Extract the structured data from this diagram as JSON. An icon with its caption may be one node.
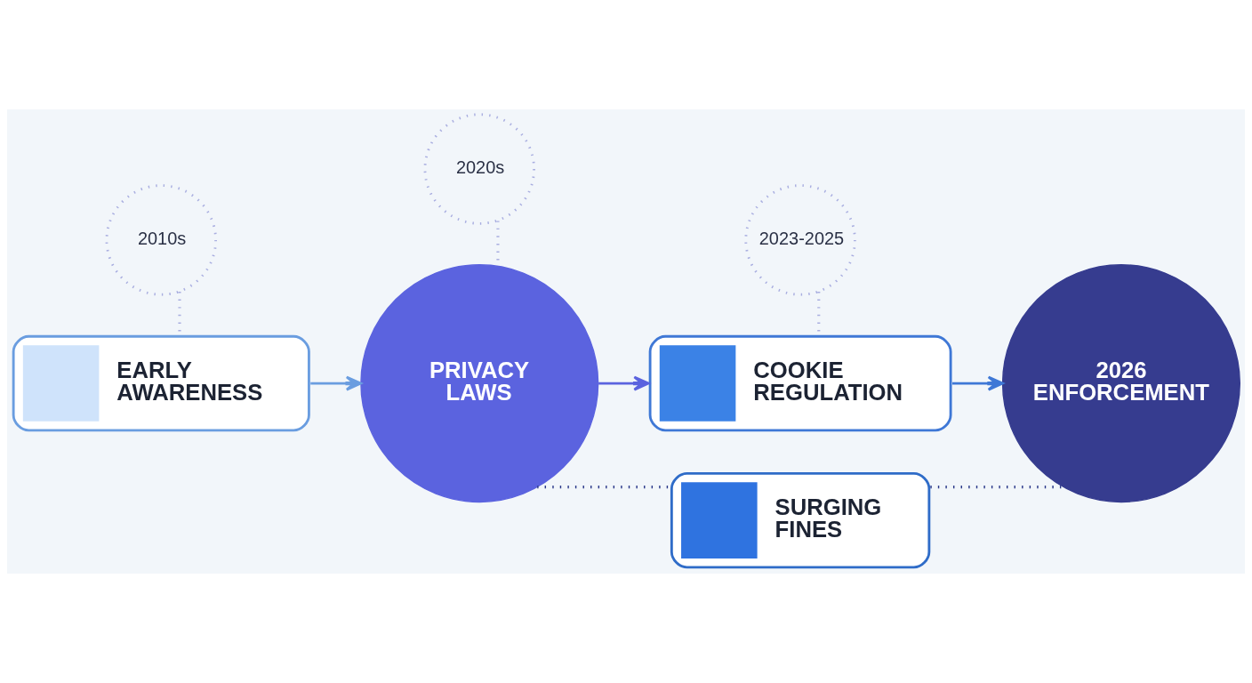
{
  "diagram": {
    "nodes": [
      {
        "text": [
          "2010s"
        ]
      },
      {
        "text": [
          "EARLY AWARENESS"
        ]
      },
      {
        "text": [
          "2020s"
        ]
      },
      {
        "text": [
          "PRIVACY LAWS"
        ]
      },
      {
        "text": [
          "2023-2025"
        ]
      },
      {
        "text": [
          "COOKIE REGULATION"
        ]
      },
      {
        "text": [
          "2026 ENFORCEMENT"
        ]
      },
      {
        "text": [
          "SURGING FINES"
        ]
      }
    ],
    "edges": [
      {
        "from": 0,
        "to": 1,
        "arrow": "none",
        "style": "dashed",
        "color": "#a9aee0"
      },
      {
        "from": 2,
        "to": 3,
        "arrow": "none",
        "style": "dashed",
        "color": "#a9aee0"
      },
      {
        "from": 4,
        "to": 5,
        "arrow": "none",
        "style": "dashed",
        "color": "#a9aee0"
      },
      {
        "from": 1,
        "to": 3,
        "arrow": "to",
        "color": "#6a9de0"
      },
      {
        "from": 3,
        "to": 5,
        "arrow": "to",
        "color": "#5b63df"
      },
      {
        "from": 5,
        "to": 6,
        "arrow": "to",
        "color": "#3f78d6"
      },
      {
        "from": 3,
        "to": 7,
        "arrow": "none",
        "style": "dashed",
        "color": "#2c3a8a"
      },
      {
        "from": 7,
        "to": 6,
        "arrow": "none",
        "style": "dashed",
        "color": "#2c3a8a"
      }
    ]
  }
}
